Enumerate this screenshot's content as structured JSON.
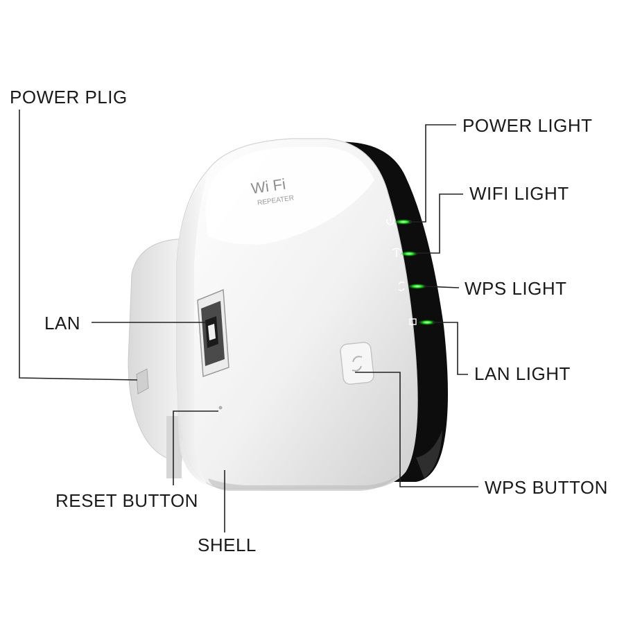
{
  "device": {
    "logo_main": "Wi Fi",
    "logo_sub": "REPEATER"
  },
  "labels": {
    "power_plug": "POWER PLIG",
    "power_light": "POWER LIGHT",
    "wifi_light": "WIFI LIGHT",
    "wps_light": "WPS LIGHT",
    "lan": "LAN",
    "lan_light": "LAN LIGHT",
    "wps_button": "WPS BUTTON",
    "reset_button": "RESET BUTTON",
    "shell": "SHELL"
  },
  "colors": {
    "led_green": "#3cff3c",
    "shell_white": "#f4f4f4",
    "band_black": "#0d0d0d"
  }
}
